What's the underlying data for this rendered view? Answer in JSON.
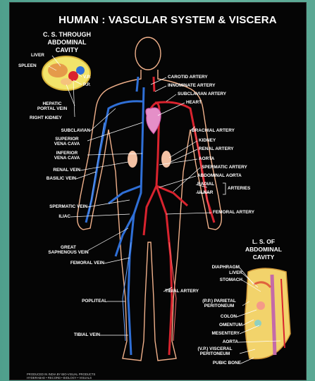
{
  "title": "HUMAN : VASCULAR SYSTEM & VISCERA",
  "cross_section": {
    "heading_lines": [
      "C. S. THROUGH",
      "ABDOMINAL",
      "CAVITY"
    ],
    "labels": {
      "liver": "LIVER",
      "spleen": "SPLEEN",
      "vp": "V.P.",
      "pp": "P.P.",
      "hepatic_portal_vein": "HEPATIC\nPORTAL VEIN",
      "right_kidney": "RIGHT KIDNEY"
    }
  },
  "body_labels": {
    "carotid_artery": "CAROTID ARTERY",
    "innominate_artery": "INNOMINATE ARTERY",
    "subclavian_artery": "SUBCLAVIAN ARTERY",
    "heart": "HEART",
    "subclavian": "SUBCLAVIAN",
    "brachial_artery": "BRACHIAL ARTERY",
    "superior_vena_cava": "SUPERIOR\nVENA CAVA",
    "kidney": "KIDNEY",
    "renal_artery": "RENAL ARTERY",
    "inferior_vena_cava": "INFERIOR\nVENA CAVA",
    "aorta": "AORTA",
    "spermatic_artery": "SPERMATIC ARTERY",
    "renal_vein": "RENAL VEIN",
    "abdominal_aorta": "ABDOMINAL AORTA",
    "basilic_vein": "BASILIC VEIN",
    "radial": "RADIAL",
    "ulnar": "ULNAR",
    "arteries": "ARTERIES",
    "spermatic_vein": "SPERMATIC VEIN",
    "iliac": "ILIAC",
    "femoral_artery": "FEMORAL ARTERY",
    "great_saphenous_vein": "GREAT\nSAPHENOUS VEIN",
    "femoral_vein": "FEMORAL VEIN",
    "tibial_artery": "TIBIAL ARTERY",
    "popliteal": "POPLITEAL",
    "tibial_vein": "TIBIAL VEIN"
  },
  "longitudinal_section": {
    "heading_lines": [
      "L. S. OF",
      "ABDOMINAL",
      "CAVITY"
    ],
    "labels": {
      "diaphragm": "DIAPHRAGM",
      "liver": "LIVER",
      "stomach": "STOMACH",
      "pp_parietal_peritoneum": "(P.P.) PARIETAL\nPERITONEUM",
      "colon": "COLON",
      "omentum": "OMENTUM",
      "mesentery": "MESENTERY",
      "aorta": "AORTA",
      "vp_visceral_peritoneum": "(V.P.) VISCERAL\nPERITONEUM",
      "pubic_bone": "PUBIC BONE"
    }
  },
  "credit": [
    "PRODUCED IN INDIA BY BIO-VISUAL PRODUCTS",
    "HYDERABAD • RECORD • BIOLOGY • VISUALS"
  ],
  "colors": {
    "background": "#050505",
    "artery": "#d9232e",
    "vein": "#2f6fd6",
    "body_outline": "#f0b08a",
    "heart": "#e58fc8",
    "kidney": "#f3c1a3",
    "text": "#ffffff"
  }
}
